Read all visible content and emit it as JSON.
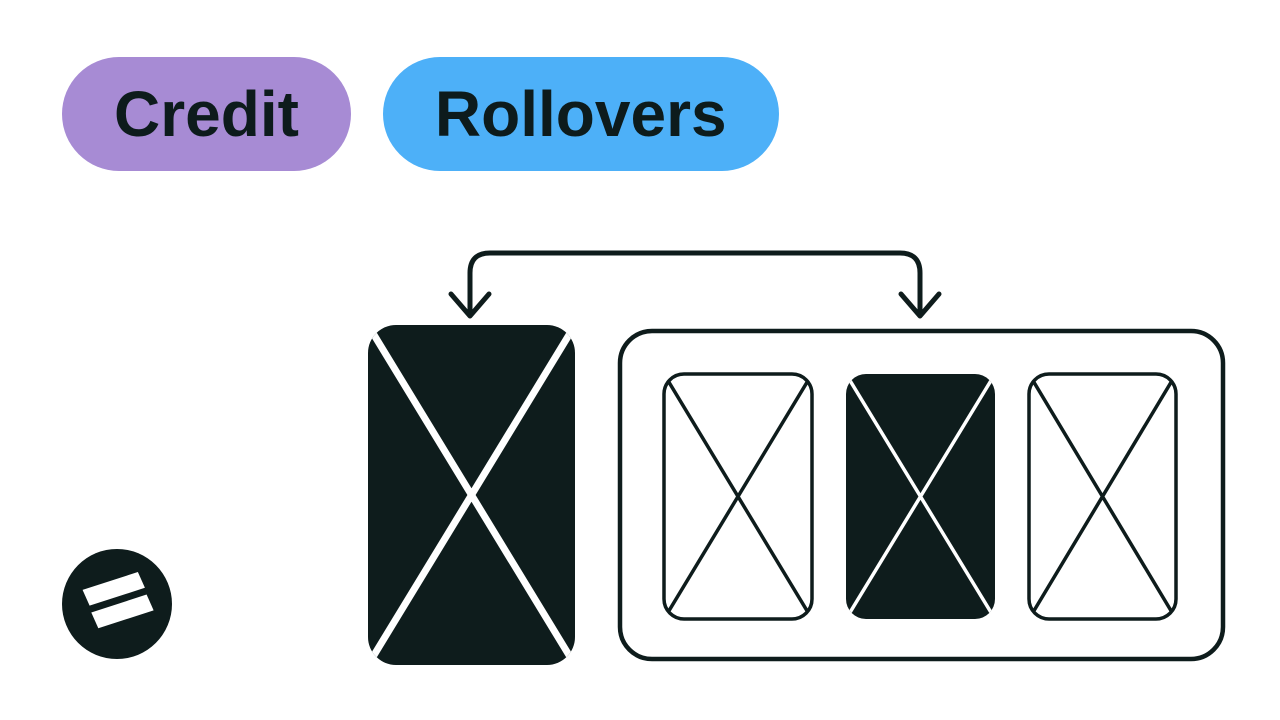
{
  "badges": [
    {
      "label": "Credit",
      "color": "#a78bd4"
    },
    {
      "label": "Rollovers",
      "color": "#4db0f8"
    }
  ],
  "colors": {
    "ink": "#0e1c1c",
    "paper": "#ffffff",
    "badge_credit": "#a78bd4",
    "badge_rollovers": "#4db0f8"
  },
  "diagram": {
    "source_card": {
      "name": "credit-card",
      "style": "filled",
      "glyph": "x-cross"
    },
    "arrow": {
      "name": "credit-to-rollover-arrow",
      "heads": [
        "down-left",
        "down-right"
      ]
    },
    "tray_cards": [
      {
        "name": "rollover-slot-1",
        "style": "outline",
        "glyph": "x-cross"
      },
      {
        "name": "rollover-slot-2",
        "style": "filled",
        "glyph": "x-cross"
      },
      {
        "name": "rollover-slot-3",
        "style": "outline",
        "glyph": "x-cross"
      }
    ]
  },
  "logo": {
    "icon": "flag-icon",
    "shape": "black-circle"
  }
}
